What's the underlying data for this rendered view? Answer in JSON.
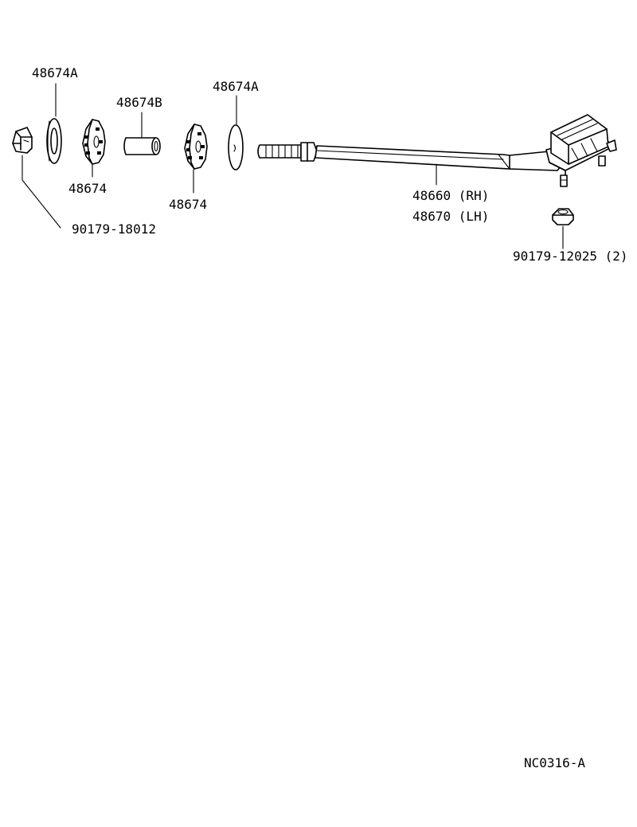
{
  "diagram_code": "NC0316-A",
  "colors": {
    "ink": "#000000",
    "paper": "#ffffff"
  },
  "callouts": {
    "washer_left": "48674A",
    "bushing_left": "48674",
    "collar": "48674B",
    "bushing_right": "48674",
    "washer_right": "48674A",
    "nut_left": "90179-18012",
    "rod_rh": "48660 (RH)",
    "rod_lh": "48670 (LH)",
    "nut_bracket": "90179-12025 (2)"
  }
}
